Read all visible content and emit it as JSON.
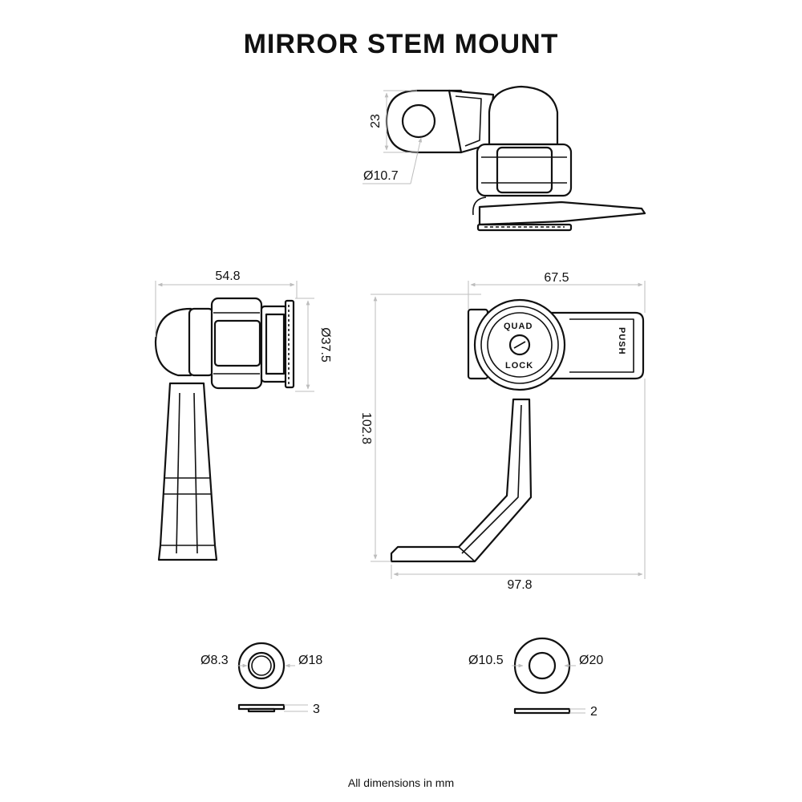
{
  "title": "MIRROR STEM MOUNT",
  "footer": "All dimensions in mm",
  "dimensions": {
    "top_height": "23",
    "top_hole": "Ø10.7",
    "side_width": "54.8",
    "side_diameter": "Ø37.5",
    "front_width": "67.5",
    "front_height": "102.8",
    "base_width": "97.8",
    "washer1_inner": "Ø8.3",
    "washer1_outer": "Ø18",
    "washer1_thickness": "3",
    "washer2_inner": "Ø10.5",
    "washer2_outer": "Ø20",
    "washer2_thickness": "2"
  },
  "logo": {
    "line1": "QUAD",
    "line2": "LOCK",
    "push": "PUSH"
  },
  "colors": {
    "outline": "#111111",
    "extension": "#bdbdbd"
  }
}
